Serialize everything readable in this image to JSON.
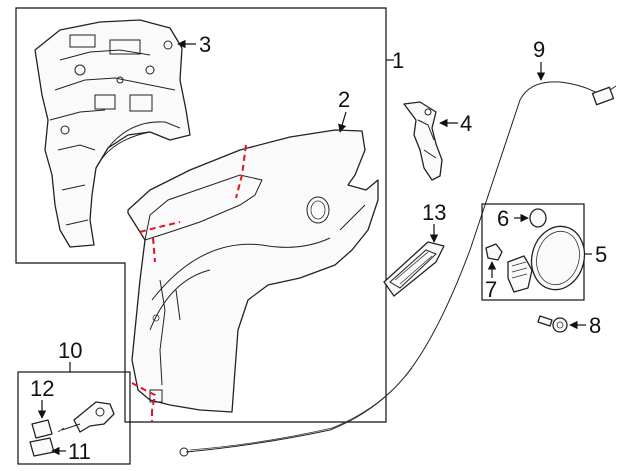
{
  "callouts": [
    {
      "id": "c1",
      "label": "1"
    },
    {
      "id": "c2",
      "label": "2"
    },
    {
      "id": "c3",
      "label": "3"
    },
    {
      "id": "c4",
      "label": "4"
    },
    {
      "id": "c5",
      "label": "5"
    },
    {
      "id": "c6",
      "label": "6"
    },
    {
      "id": "c7",
      "label": "7"
    },
    {
      "id": "c8",
      "label": "8"
    },
    {
      "id": "c9",
      "label": "9"
    },
    {
      "id": "c10",
      "label": "10"
    },
    {
      "id": "c11",
      "label": "11"
    },
    {
      "id": "c12",
      "label": "12"
    },
    {
      "id": "c13",
      "label": "13"
    }
  ],
  "colors": {
    "line": "#222222",
    "cut_line": "#e0141e",
    "background": "#ffffff"
  }
}
